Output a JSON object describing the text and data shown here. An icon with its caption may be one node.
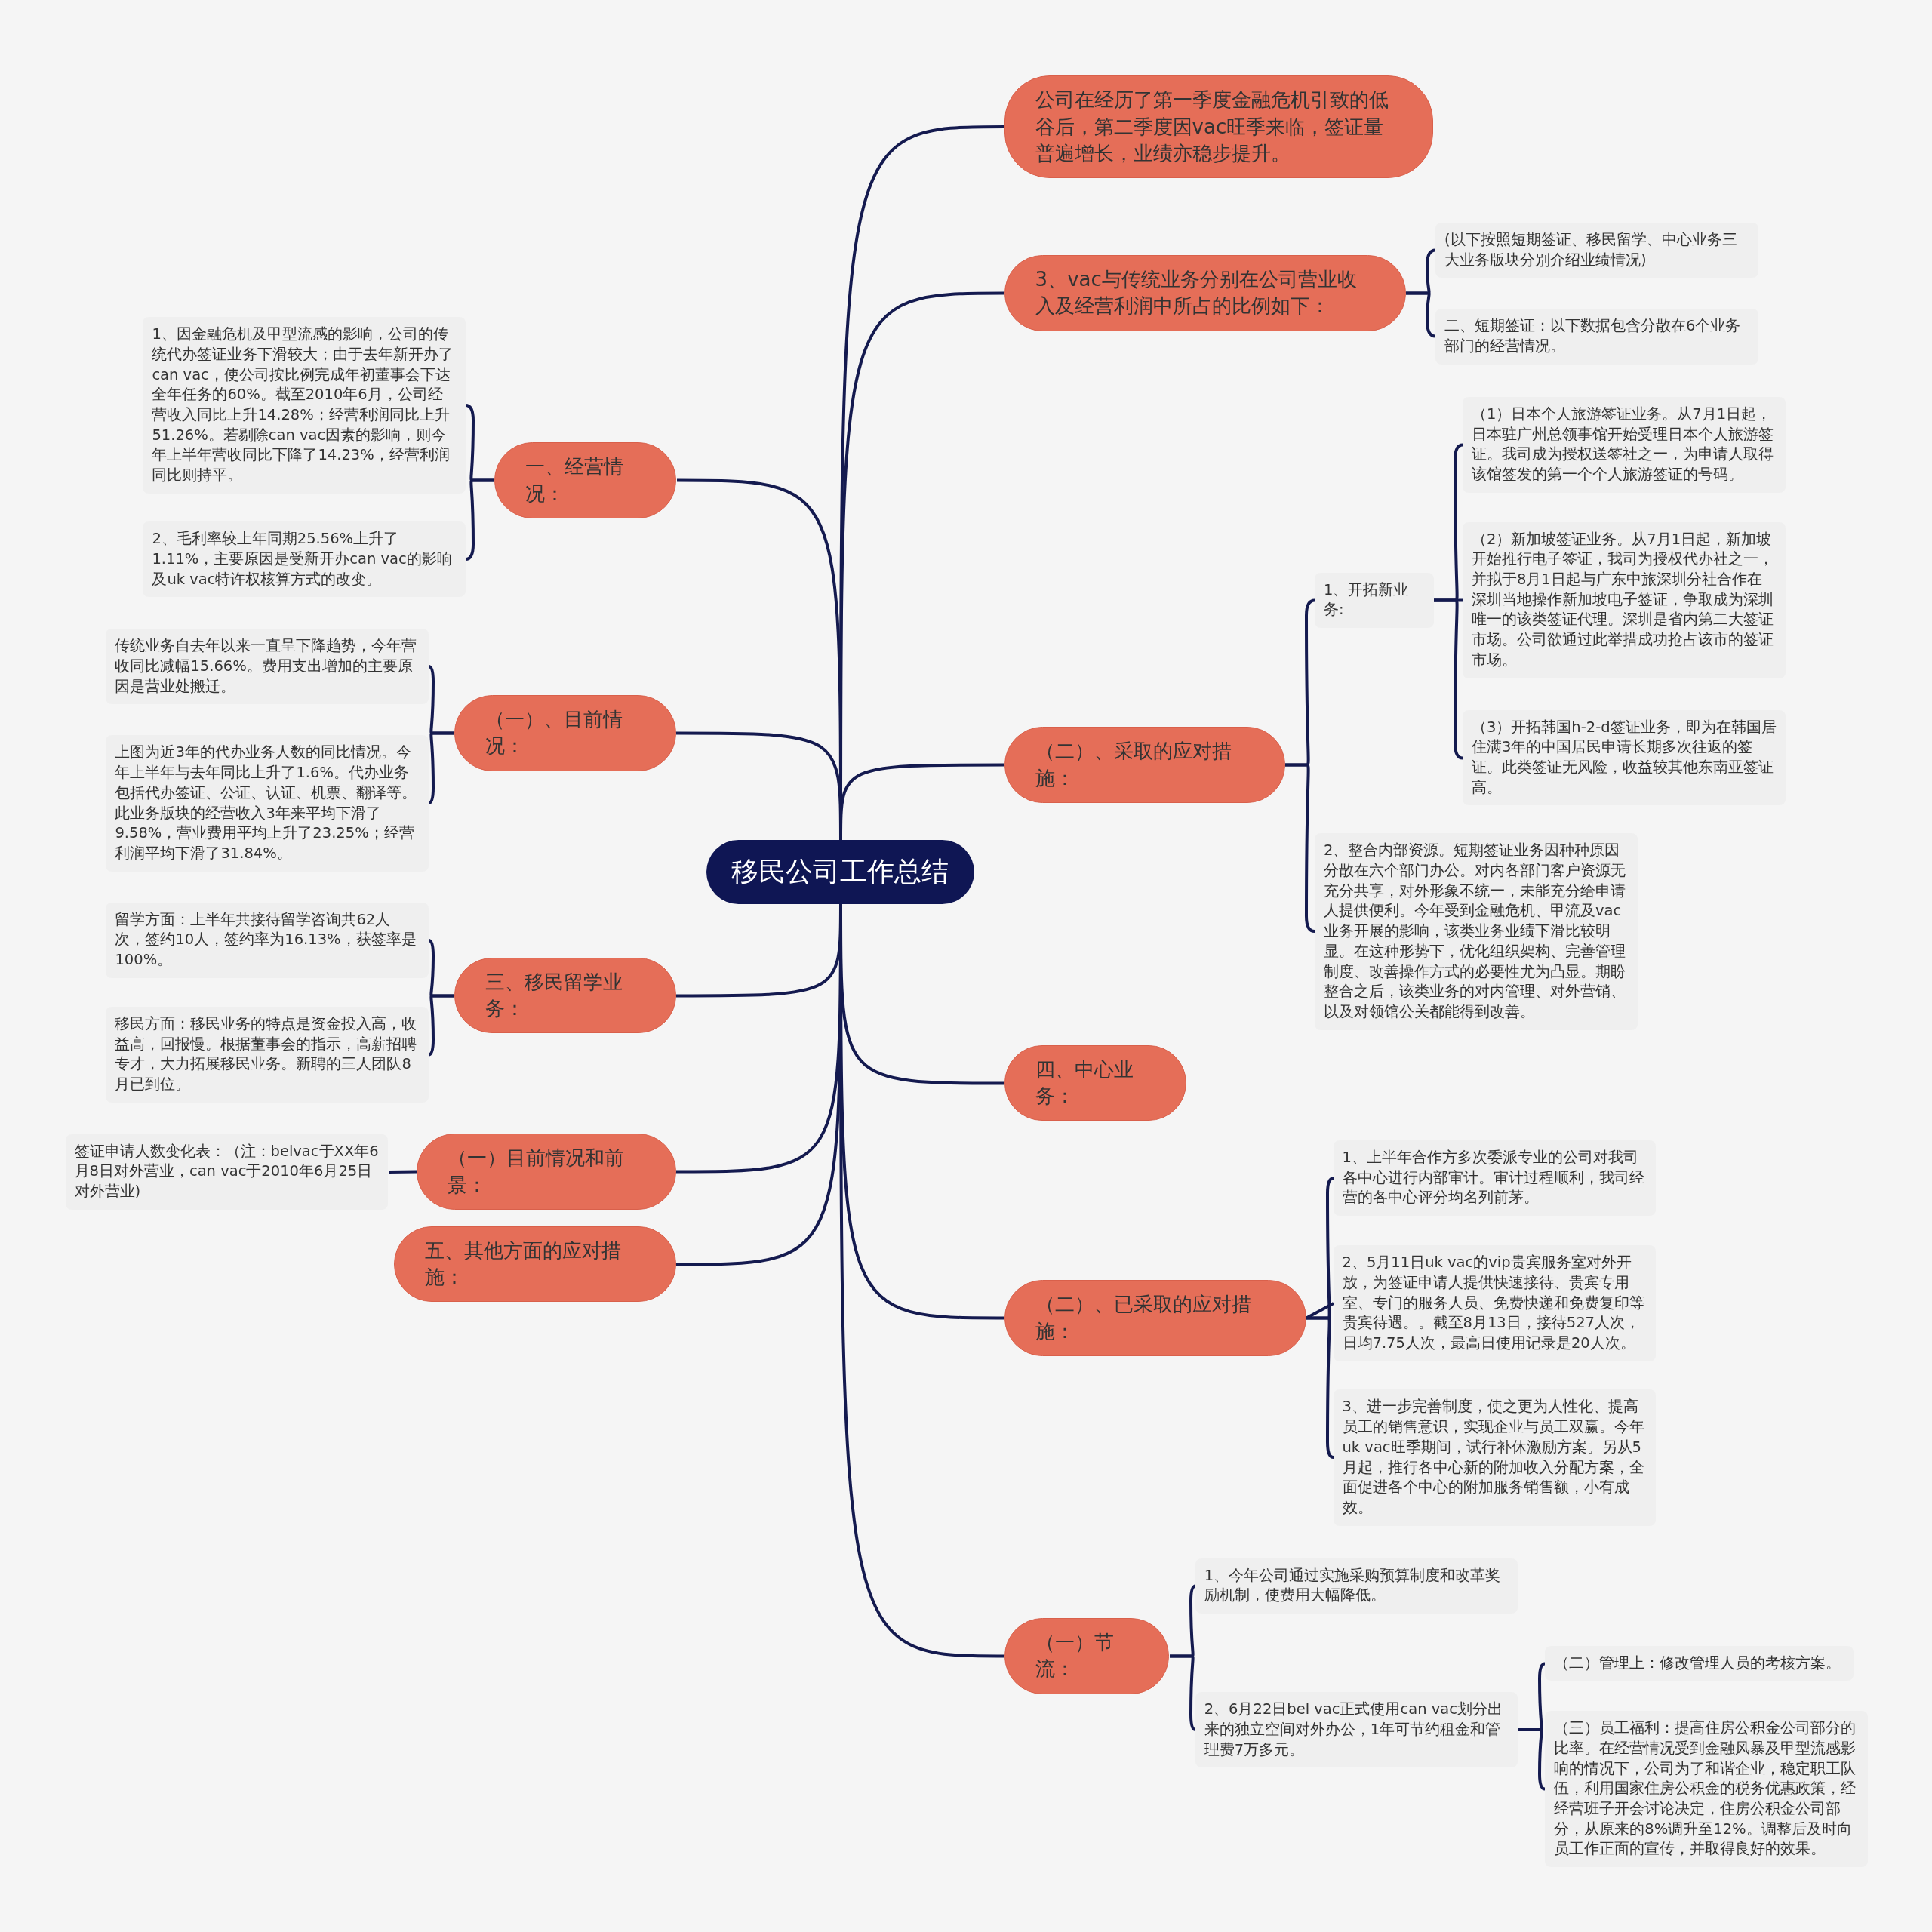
{
  "diagram": {
    "nodes": [
      {
        "text": [
          "移民公司工作总结"
        ]
      },
      {
        "text": [
          "公司在经历了第一季度金融危机引致的低谷后，第二季度因vac旺季来临，签证量普遍增长，业绩亦稳步提升。"
        ]
      },
      {
        "text": [
          "3、vac与传统业务分别在公司营业收入及经营利润中所占的比例如下："
        ]
      },
      {
        "text": [
          "(以下按照短期签证、移民留学、中心业务三大业务版块分别介绍业绩情况)"
        ]
      },
      {
        "text": [
          "二、短期签证：以下数据包含分散在6个业务部门的经营情况。"
        ]
      },
      {
        "text": [
          "（二）、采取的应对措施："
        ]
      },
      {
        "text": [
          "1、开拓新业务:"
        ]
      },
      {
        "text": [
          "（1）日本个人旅游签证业务。从7月1日起，日本驻广州总领事馆开始受理日本个人旅游签证。我司成为授权送签社之一，为申请人取得该馆签发的第一个个人旅游签证的号码。"
        ]
      },
      {
        "text": [
          "（2）新加坡签证业务。从7月1日起，新加坡开始推行电子签证，我司为授权代办社之一，并拟于8月1日起与广东中旅深圳分社合作在深圳当地操作新加坡电子签证，争取成为深圳唯一的该类签证代理。深圳是省内第二大签证市场。公司欲通过此举措成功抢占该市的签证市场。"
        ]
      },
      {
        "text": [
          "（3）开拓韩国h-2-d签证业务，即为在韩国居住满3年的中国居民申请长期多次往返的签证。此类签证无风险，收益较其他东南亚签证高。"
        ]
      },
      {
        "text": [
          "2、整合内部资源。短期签证业务因种种原因分散在六个部门办公。对内各部门客户资源无充分共享，对外形象不统一，未能充分给申请人提供便利。今年受到金融危机、甲流及vac业务开展的影响，该类业务业绩下滑比较明显。在这种形势下，优化组织架构、完善管理制度、改善操作方式的必要性尤为凸显。期盼整合之后，该类业务的对内管理、对外营销、以及对领馆公关都能得到改善。"
        ]
      },
      {
        "text": [
          "四、中心业务："
        ]
      },
      {
        "text": [
          "（二）、已采取的应对措施："
        ]
      },
      {
        "text": [
          "1、上半年合作方多次委派专业的公司对我司各中心进行内部审计。审计过程顺利，我司经营的各中心评分均名列前茅。"
        ]
      },
      {
        "text": [
          "2、5月11日uk vac的vip贵宾服务室对外开放，为签证申请人提供快速接待、贵宾专用室、专门的服务人员、免费快递和免费复印等贵宾待遇。。截至8月13日，接待527人次，日均7.75人次，最高日使用记录是20人次。"
        ]
      },
      {
        "text": [
          "3、进一步完善制度，使之更为人性化、提高员工的销售意识，实现企业与员工双赢。今年uk vac旺季期间，试行补休激励方案。另从5月起，推行各中心新的附加收入分配方案，全面促进各个中心的附加服务销售额，小有成效。"
        ]
      },
      {
        "text": [
          "（一）节流："
        ]
      },
      {
        "text": [
          "1、今年公司通过实施采购预算制度和改革奖励机制，使费用大幅降低。"
        ]
      },
      {
        "text": [
          "2、6月22日bel vac正式使用can vac划分出来的独立空间对外办公，1年可节约租金和管理费7万多元。"
        ]
      },
      {
        "text": [
          "（二）管理上：修改管理人员的考核方案。"
        ]
      },
      {
        "text": [
          "（三）员工福利：提高住房公积金公司部分的比率。在经营情况受到金融风暴及甲型流感影响的情况下，公司为了和谐企业，稳定职工队伍，利用国家住房公积金的税务优惠政策，经经营班子开会讨论决定，住房公积金公司部分，从原来的8%调升至12%。调整后及时向员工作正面的宣传，并取得良好的效果。"
        ]
      },
      {
        "text": [
          "一、经营情况："
        ]
      },
      {
        "text": [
          "1、因金融危机及甲型流感的影响，公司的传统代办签证业务下滑较大；由于去年新开办了can vac，使公司按比例完成年初董事会下达全年任务的60%。截至2010年6月，公司经营收入同比上升14.28%；经营利润同比上升51.26%。若剔除can vac因素的影响，则今年上半年营收同比下降了14.23%，经营利润同比则持平。"
        ]
      },
      {
        "text": [
          "2、毛利率较上年同期25.56%上升了1.11%，主要原因是受新开办can vac的影响及uk vac特许权核算方式的改变。"
        ]
      },
      {
        "text": [
          "（一）、目前情况："
        ]
      },
      {
        "text": [
          "传统业务自去年以来一直呈下降趋势，今年营收同比减幅15.66%。费用支出增加的主要原因是营业处搬迁。"
        ]
      },
      {
        "text": [
          "上图为近3年的代办业务人数的同比情况。今年上半年与去年同比上升了1.6%。代办业务包括代办签证、公证、认证、机票、翻译等。此业务版块的经营收入3年来平均下滑了9.58%，营业费用平均上升了23.25%；经营利润平均下滑了31.84%。"
        ]
      },
      {
        "text": [
          "三、移民留学业务："
        ]
      },
      {
        "text": [
          "留学方面：上半年共接待留学咨询共62人次，签约10人，签约率为16.13%，获签率是100%。"
        ]
      },
      {
        "text": [
          "移民方面：移民业务的特点是资金投入高，收益高，回报慢。根据董事会的指示，高薪招聘专才，大力拓展移民业务。新聘的三人团队8月已到位。"
        ]
      },
      {
        "text": [
          "（一）目前情况和前景："
        ]
      },
      {
        "text": [
          "签证申请人数变化表：（注：belvac于XX年6月8日对外营业，can vac于2010年6月25日对外营业)"
        ]
      },
      {
        "text": [
          "五、其他方面的应对措施："
        ]
      }
    ],
    "edges": [
      {
        "from": 0,
        "to": 1,
        "arrow": "none"
      },
      {
        "from": 0,
        "to": 2,
        "arrow": "none"
      },
      {
        "from": 2,
        "to": 3,
        "arrow": "none"
      },
      {
        "from": 2,
        "to": 4,
        "arrow": "none"
      },
      {
        "from": 0,
        "to": 5,
        "arrow": "none"
      },
      {
        "from": 5,
        "to": 6,
        "arrow": "none"
      },
      {
        "from": 6,
        "to": 7,
        "arrow": "none"
      },
      {
        "from": 6,
        "to": 8,
        "arrow": "none"
      },
      {
        "from": 6,
        "to": 9,
        "arrow": "none"
      },
      {
        "from": 5,
        "to": 10,
        "arrow": "none"
      },
      {
        "from": 0,
        "to": 11,
        "arrow": "none"
      },
      {
        "from": 0,
        "to": 12,
        "arrow": "none"
      },
      {
        "from": 12,
        "to": 13,
        "arrow": "none"
      },
      {
        "from": 12,
        "to": 14,
        "arrow": "none"
      },
      {
        "from": 12,
        "to": 15,
        "arrow": "none"
      },
      {
        "from": 0,
        "to": 16,
        "arrow": "none"
      },
      {
        "from": 16,
        "to": 17,
        "arrow": "none"
      },
      {
        "from": 16,
        "to": 18,
        "arrow": "none"
      },
      {
        "from": 18,
        "to": 19,
        "arrow": "none"
      },
      {
        "from": 18,
        "to": 20,
        "arrow": "none"
      },
      {
        "from": 0,
        "to": 21,
        "arrow": "none"
      },
      {
        "from": 21,
        "to": 22,
        "arrow": "none"
      },
      {
        "from": 21,
        "to": 23,
        "arrow": "none"
      },
      {
        "from": 0,
        "to": 24,
        "arrow": "none"
      },
      {
        "from": 24,
        "to": 25,
        "arrow": "none"
      },
      {
        "from": 24,
        "to": 26,
        "arrow": "none"
      },
      {
        "from": 0,
        "to": 27,
        "arrow": "none"
      },
      {
        "from": 27,
        "to": 28,
        "arrow": "none"
      },
      {
        "from": 27,
        "to": 29,
        "arrow": "none"
      },
      {
        "from": 0,
        "to": 30,
        "arrow": "none"
      },
      {
        "from": 30,
        "to": 31,
        "arrow": "none"
      },
      {
        "from": 0,
        "to": 32,
        "arrow": "none"
      }
    ]
  }
}
